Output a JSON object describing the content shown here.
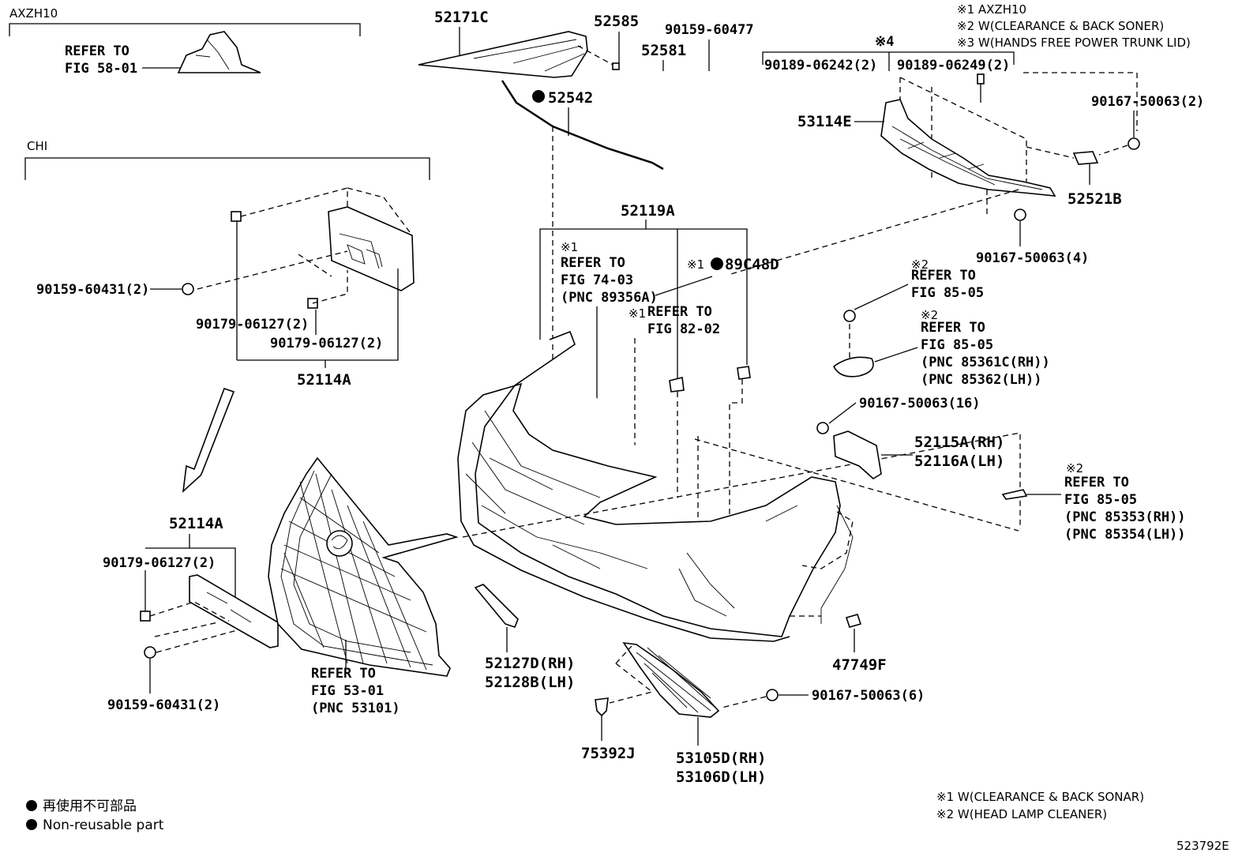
{
  "diagram_id": "523792E",
  "sections": {
    "axzh10": "AXZH10",
    "chi": "CHI"
  },
  "notes_top": [
    "※1  AXZH10",
    "※2  W(CLEARANCE & BACK SONER)",
    "※3  W(HANDS FREE POWER TRUNK LID)"
  ],
  "notes_bottom": [
    "※1 W(CLEARANCE & BACK SONAR)",
    "※2 W(HEAD LAMP CLEANER)"
  ],
  "legend": {
    "jp": "再使用不可部品",
    "en": "Non-reusable part"
  },
  "mark4": "※4",
  "parts": {
    "p52171C": "52171C",
    "p52585": "52585",
    "p90159_60477": "90159-60477",
    "p52581": "52581",
    "p52542": "52542",
    "p90189_06242": "90189-06242(2)",
    "p90189_06249": "90189-06249(2)",
    "p53114E": "53114E",
    "p90167_50063_2": "90167-50063(2)",
    "p52521B": "52521B",
    "p90167_50063_4": "90167-50063(4)",
    "p52119A": "52119A",
    "p89C48D": "89C48D",
    "p90167_50063_16": "90167-50063(16)",
    "p52115A": "52115A(RH)",
    "p52116A": "52116A(LH)",
    "p47749F": "47749F",
    "p90167_50063_6": "90167-50063(6)",
    "p53105D": "53105D(RH)",
    "p53106D": "53106D(LH)",
    "p75392J": "75392J",
    "p52127D": "52127D(RH)",
    "p52128B": "52128B(LH)",
    "p52114A_top": "52114A",
    "p52114A_bot": "52114A",
    "p90159_60431_top": "90159-60431(2)",
    "p90179_06127_a": "90179-06127(2)",
    "p90179_06127_b": "90179-06127(2)",
    "p90179_06127_c": "90179-06127(2)",
    "p90159_60431_bot": "90159-60431(2)"
  },
  "mark1": "※1",
  "mark2": "※2",
  "refs": {
    "fig58": [
      "REFER TO",
      "FIG 58-01"
    ],
    "fig74": [
      "REFER TO",
      "FIG 74-03",
      "(PNC 89356A)"
    ],
    "fig82": [
      "REFER TO",
      "FIG 82-02"
    ],
    "fig85a": [
      "REFER TO",
      "FIG 85-05"
    ],
    "fig85b": [
      "REFER TO",
      "FIG 85-05",
      "(PNC 85361C(RH))",
      "(PNC 85362(LH))"
    ],
    "fig85c": [
      "REFER TO",
      "FIG 85-05",
      "(PNC 85353(RH))",
      "(PNC 85354(LH))"
    ],
    "fig53": [
      "REFER TO",
      "FIG 53-01",
      "(PNC 53101)"
    ]
  }
}
